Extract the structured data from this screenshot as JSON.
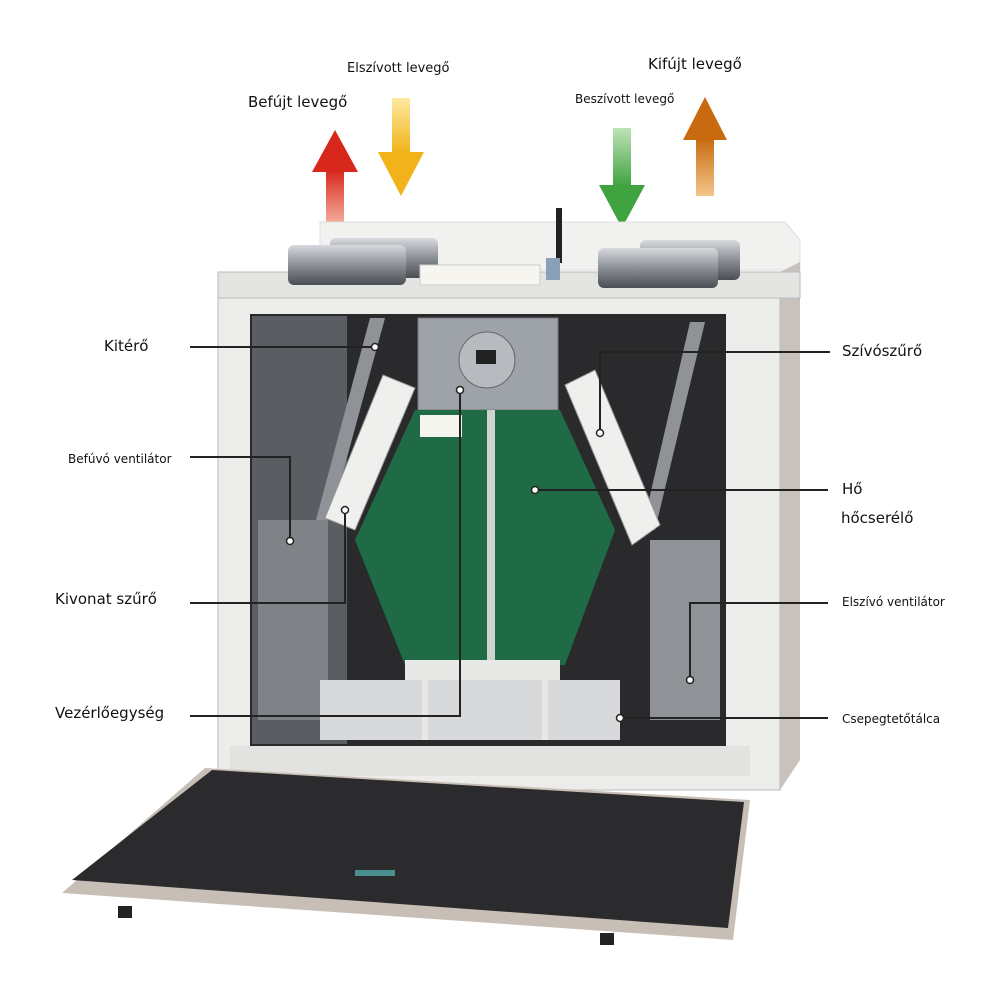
{
  "airflow": {
    "supply_air": "Befújt levegő",
    "extract_air": "Elszívott levegő",
    "intake_air": "Beszívott levegő",
    "exhaust_air": "Kifújt levegő"
  },
  "components_left": {
    "bypass": "Kitérő",
    "supply_fan": "Befúvó ventilátor",
    "extract_filter": "Kivonat szűrő",
    "control_unit": "Vezérlőegység"
  },
  "components_right": {
    "intake_filter": "Szívószűrő",
    "heat_exchanger_line1": "Hő",
    "heat_exchanger_line2": "hőcserélő",
    "extract_fan": "Elszívó ventilátor",
    "drip_tray": "Csepegtetőtálca"
  },
  "colors": {
    "supply_arrow": "#d8281c",
    "extract_arrow": "#f2b31a",
    "intake_arrow": "#3fa33f",
    "exhaust_arrow": "#c86a10",
    "exchanger": "#1f6b45"
  }
}
